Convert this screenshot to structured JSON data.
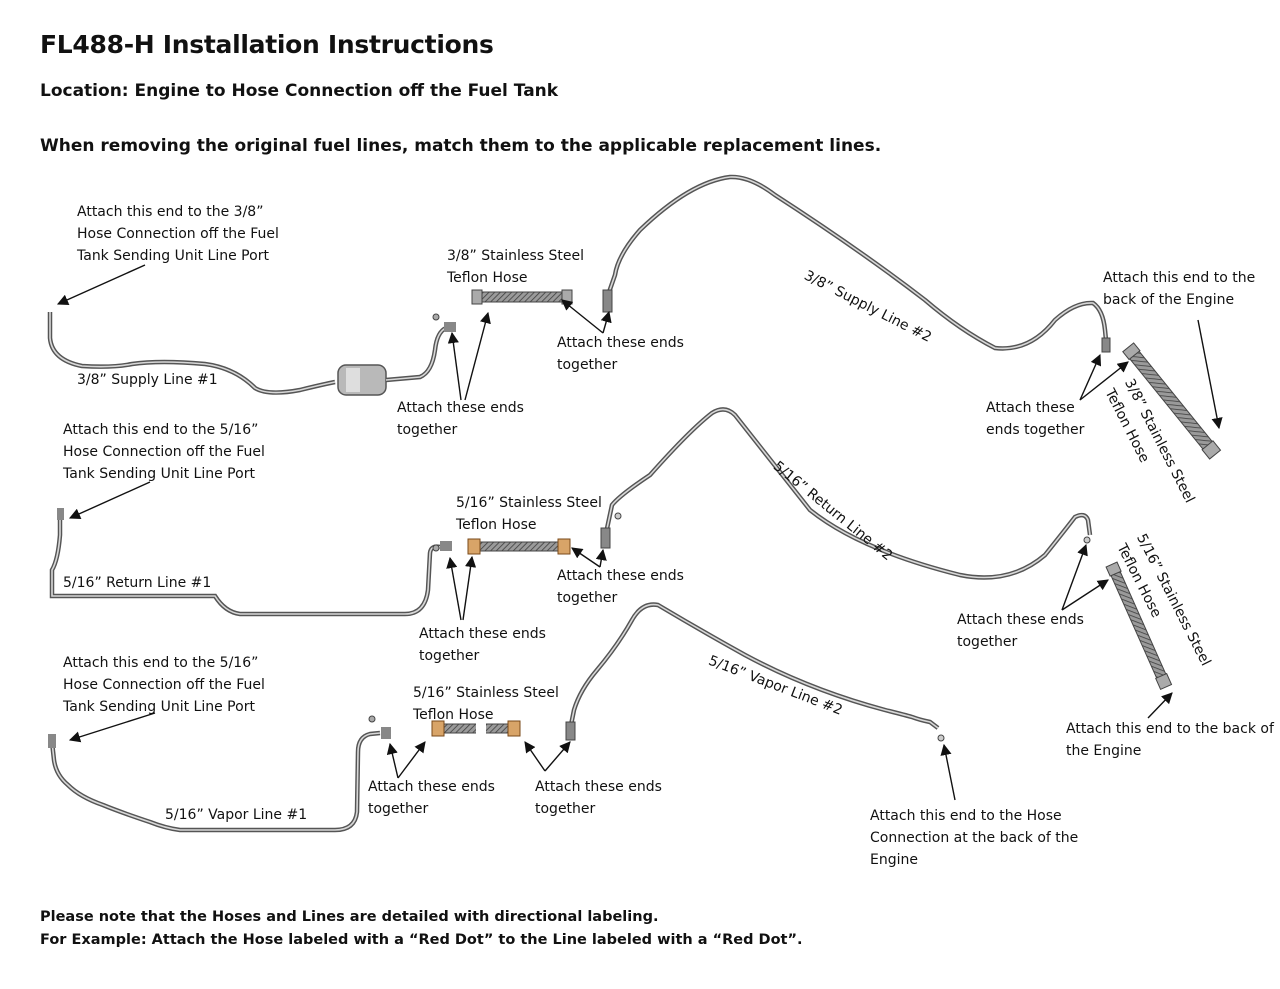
{
  "header": {
    "title": "FL488-H Installation Instructions",
    "location": "Location: Engine to Hose Connection off the Fuel Tank",
    "instruction": "When removing the original fuel lines, match them to the applicable replacement lines."
  },
  "labels": {
    "tank_38": [
      "Attach this end to the 3/8”",
      "Hose Connection off the Fuel",
      "Tank Sending Unit Line Port"
    ],
    "supply1": "3/8” Supply Line #1",
    "hose_38_mid": [
      "3/8” Stainless Steel",
      "Teflon Hose"
    ],
    "attach_a": [
      "Attach these ends",
      "together"
    ],
    "attach_b": [
      "Attach these ends",
      "together"
    ],
    "supply2": "3/8” Supply Line #2",
    "engine_38": [
      "Attach this end to the",
      "back of the Engine"
    ],
    "attach_c": [
      "Attach these",
      "ends together"
    ],
    "hose_38_right": [
      "3/8” Stainless Steel",
      "Teflon Hose"
    ],
    "tank_516_return": [
      "Attach this end to the 5/16”",
      "Hose Connection off the Fuel",
      "Tank Sending Unit Line Port"
    ],
    "return1": "5/16” Return Line #1",
    "hose_516_return_mid": [
      "5/16” Stainless Steel",
      "Teflon Hose"
    ],
    "attach_d": [
      "Attach these ends",
      "together"
    ],
    "attach_e": [
      "Attach these ends",
      "together"
    ],
    "return2": "5/16” Return Line #2",
    "attach_f": [
      "Attach these ends",
      "together"
    ],
    "hose_516_right": [
      "5/16” Stainless Steel",
      "Teflon Hose"
    ],
    "engine_516": [
      "Attach this end to the back of",
      "the Engine"
    ],
    "tank_516_vapor": [
      "Attach this end to the 5/16”",
      "Hose Connection off the Fuel",
      "Tank Sending Unit Line Port"
    ],
    "vapor1": "5/16” Vapor Line #1",
    "hose_516_vapor_mid": [
      "5/16” Stainless Steel",
      "Teflon Hose"
    ],
    "attach_g": [
      "Attach these ends",
      "together"
    ],
    "attach_h": [
      "Attach these ends",
      "together"
    ],
    "vapor2": "5/16” Vapor Line #2",
    "engine_vapor": [
      "Attach this end to the Hose",
      "Connection at the back of the",
      "Engine"
    ]
  },
  "footer": {
    "note1": "Please note that the Hoses and Lines are detailed with directional labeling.",
    "note2": "For Example: Attach the Hose labeled with a “Red Dot” to the Line labeled with a “Red Dot”."
  }
}
